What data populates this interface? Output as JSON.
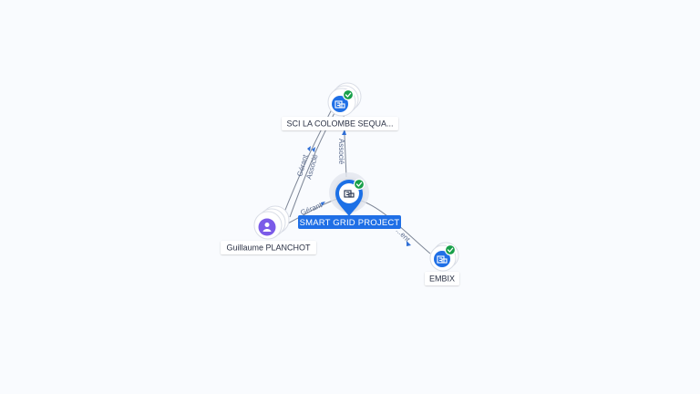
{
  "graph": {
    "center": {
      "label": "SMART GRID PROJECT",
      "icon": "building-icon",
      "verified": true
    },
    "nodes": {
      "sci": {
        "label": "SCI LA COLOMBE SEQUA...",
        "icon": "building-icon",
        "verified": true
      },
      "person": {
        "label": "Guillaume PLANCHOT",
        "icon": "person-icon",
        "verified": false
      },
      "embix": {
        "label": "EMBIX",
        "icon": "building-icon",
        "verified": true
      }
    },
    "edges": {
      "center_to_sci": "Associé",
      "person_to_sci_1": "Gérant",
      "person_to_sci_2": "Associé",
      "person_to_center": "Gérant",
      "center_to_embix": "...ent"
    },
    "colors": {
      "company": "#1f6fe6",
      "person": "#7b5be8",
      "verified": "#18a04a",
      "edge": "#7e8797",
      "background": "#f9fbfe"
    }
  }
}
